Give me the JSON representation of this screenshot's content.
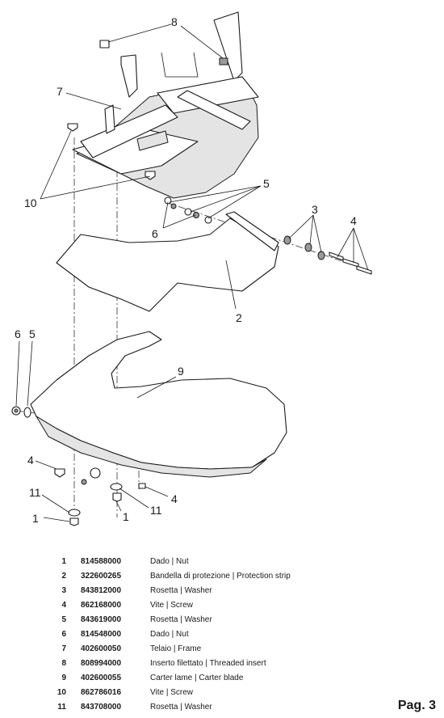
{
  "callouts": {
    "c8": "8",
    "c7": "7",
    "c10": "10",
    "c5a": "5",
    "c6a": "6",
    "c3": "3",
    "c4a": "4",
    "c2": "2",
    "c6b": "6",
    "c5b": "5",
    "c9": "9",
    "c4b": "4",
    "c11a": "11",
    "c11b": "11",
    "c1a": "1",
    "c4c": "4",
    "c1b": "1"
  },
  "parts": [
    {
      "no": "1",
      "code": "814588000",
      "desc": "Dado | Nut"
    },
    {
      "no": "2",
      "code": "322600265",
      "desc": "Bandella di protezione | Protection strip"
    },
    {
      "no": "3",
      "code": "843812000",
      "desc": "Rosetta | Washer"
    },
    {
      "no": "4",
      "code": "862168000",
      "desc": "Vite | Screw"
    },
    {
      "no": "5",
      "code": "843619000",
      "desc": "Rosetta | Washer"
    },
    {
      "no": "6",
      "code": "814548000",
      "desc": "Dado | Nut"
    },
    {
      "no": "7",
      "code": "402600050",
      "desc": "Telaio | Frame"
    },
    {
      "no": "8",
      "code": "808994000",
      "desc": "Inserto filettato | Threaded insert"
    },
    {
      "no": "9",
      "code": "402600055",
      "desc": "Carter lame | Carter blade"
    },
    {
      "no": "10",
      "code": "862786016",
      "desc": "Vite | Screw"
    },
    {
      "no": "11",
      "code": "843708000",
      "desc": "Rosetta | Washer"
    }
  ],
  "page": {
    "label": "Pag. 3"
  }
}
